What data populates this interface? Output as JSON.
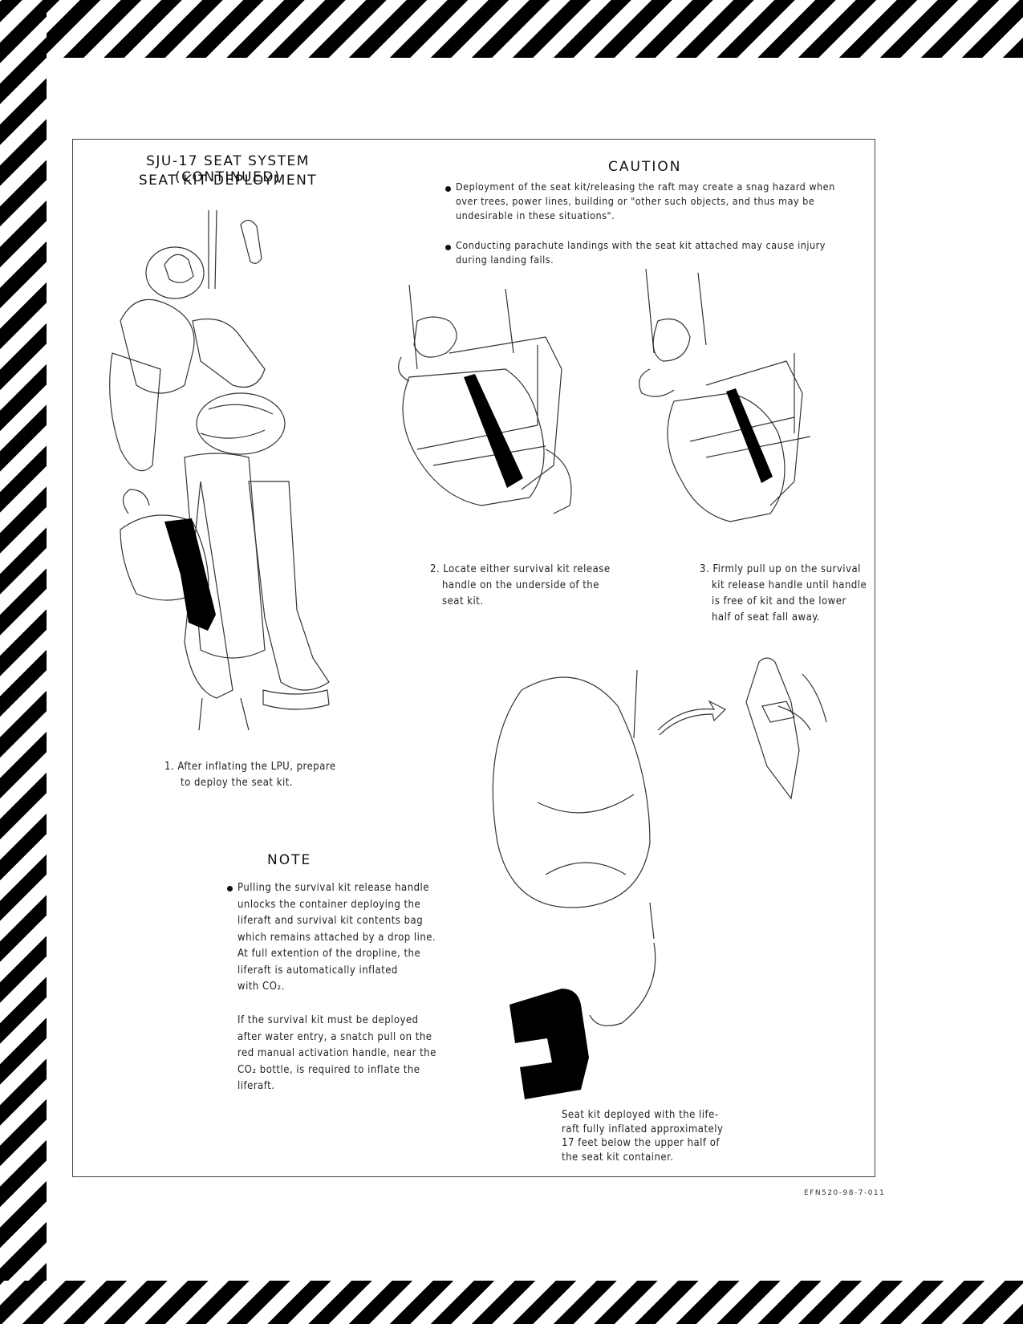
{
  "title": {
    "line1": "SJU-17 SEAT SYSTEM (CONTINUED)",
    "line2": "SEAT KIT DEPLOYMENT"
  },
  "caution": {
    "heading": "CAUTION",
    "items": [
      [
        "Deployment of the seat kit/releasing the raft may create a snag hazard when",
        "over trees, power lines, building or \"other such objects, and thus may be",
        "undesirable in these situations\"."
      ],
      [
        "Conducting parachute landings with the seat kit attached may cause injury",
        "during landing falls."
      ]
    ]
  },
  "steps": {
    "step1": [
      "1. After inflating the LPU, prepare",
      "to deploy the seat kit."
    ],
    "step2": [
      "2. Locate either survival kit release",
      "handle on the underside of the",
      "seat kit."
    ],
    "step3": [
      "3. Firmly pull up on the survival",
      "kit release handle until handle",
      "is free of kit and the lower",
      "half of seat fall away."
    ]
  },
  "note": {
    "heading": "NOTE",
    "para1": [
      "Pulling the survival kit release handle",
      "unlocks the container deploying the",
      "liferaft and survival kit contents bag",
      "which remains attached by a drop line.",
      "At full extention of the dropline, the",
      "liferaft is automatically inflated",
      "with CO₂."
    ],
    "para2": [
      "If the survival kit must be deployed",
      "after water entry, a snatch pull on the",
      "red manual activation handle, near the",
      "CO₂  bottle, is required to inflate the",
      "liferaft."
    ]
  },
  "caption": [
    "Seat kit deployed with the life-",
    "raft fully inflated approximately",
    "17 feet below the upper half of",
    "the seat kit container."
  ],
  "figure_code": "EFN520-98-7-011",
  "colors": {
    "ink": "#111111",
    "stripe": "#000000",
    "paper": "#ffffff"
  }
}
